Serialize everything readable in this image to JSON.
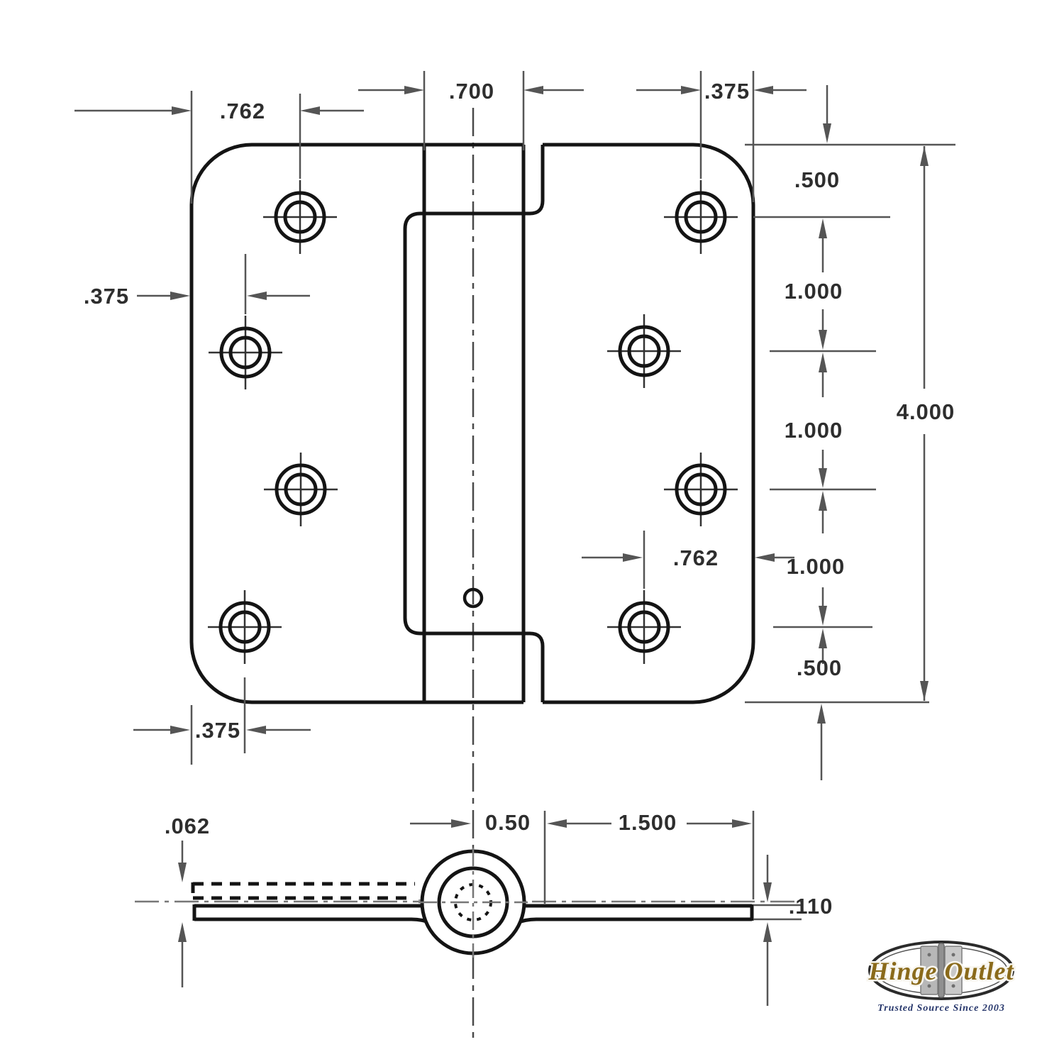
{
  "drawing": {
    "top_view_dims": {
      "top_left_edge_to_hole": ".762",
      "knuckle_width": ".700",
      "top_right_hole_to_edge": ".375",
      "left_edge_to_hole": ".375",
      "right_top_margin": ".500",
      "spacing_a": "1.000",
      "spacing_b": "1.000",
      "spacing_c": "1.000",
      "overall_height": "4.000",
      "right_hole_to_edge": ".762",
      "right_bottom_margin": ".500",
      "bottom_left_edge_to_hole": ".375"
    },
    "side_view_dims": {
      "leaf_offset": ".062",
      "center_to_leaf_start": "0.50",
      "leaf_flat_length": "1.500",
      "leaf_thickness": ".110"
    },
    "logo": {
      "brand": "Hinge Outlet",
      "tagline": "Trusted Source Since 2003"
    }
  }
}
